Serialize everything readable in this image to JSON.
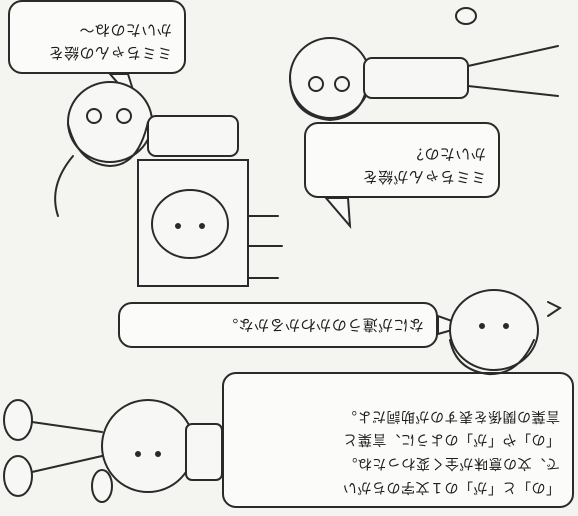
{
  "page": {
    "orientation": "rotated-180",
    "background": "#f4f4f1",
    "ink": "#1d1d1d"
  },
  "bubbles": {
    "top_left": [
      "ミミちゃんの絵を",
      "かいたのね～"
    ],
    "mid_right": [
      "ミミちゃんが絵を",
      "かいたの？"
    ],
    "question": "なにが違うのかわかるかな。",
    "explain": [
      "「の」と「が」の１文字のちがい",
      "で、文の意味が全く変わったね。",
      "「の」や「が」のように、言葉と",
      "言葉の関係を表すのが助詞だよ。"
    ]
  },
  "figures": [
    "girl-with-easel",
    "boy-pointing",
    "girl-character",
    "robot-character"
  ]
}
